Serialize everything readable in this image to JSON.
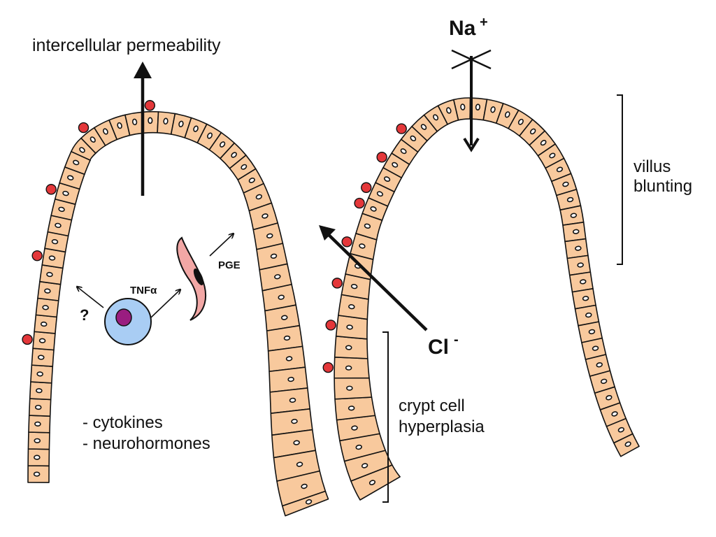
{
  "labels": {
    "permeability": "intercellular permeability",
    "sodium": "Na",
    "sodium_charge": "+",
    "chloride": "Cl",
    "chloride_charge": "-",
    "villus": [
      "villus",
      "blunting"
    ],
    "crypt": [
      "crypt cell",
      "hyperplasia"
    ],
    "mediators": [
      "- cytokines",
      "- neurohormones"
    ],
    "tnf": "TNFα",
    "pge": "PGE",
    "question": "?"
  },
  "colors": {
    "cell_fill": "#f8c99d",
    "cell_stroke": "#111111",
    "surface_bead": "#e4373a",
    "immune_cell": "#a9cdf4",
    "immune_nucleus": "#9a1d80",
    "fibroblast": "#f2a7a5",
    "line": "#111111"
  },
  "icons": {
    "permeability_arrow": "arrow-up-icon",
    "sodium_blocked": "cross-icon",
    "chloride_arrow": "arrow-diagonal-icon"
  }
}
